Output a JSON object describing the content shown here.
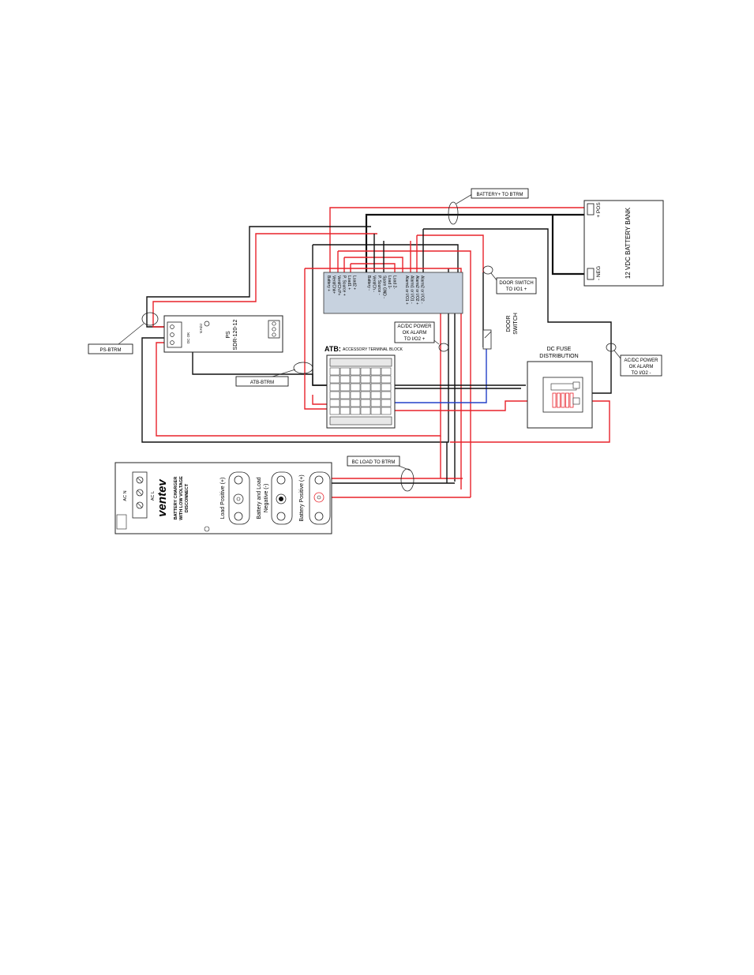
{
  "callouts": {
    "battery_to_btrm": "BATTERY+ TO BTRM",
    "door_switch_io1_l1": "DOOR SWITCH",
    "door_switch_io1_l2": "TO I/O1 +",
    "acdc_ok_io2p_l1": "AC/DC POWER",
    "acdc_ok_io2p_l2": "OK ALARM",
    "acdc_ok_io2p_l3": "TO I/O2 +",
    "acdc_ok_io2m_l1": "AC/DC POWER",
    "acdc_ok_io2m_l2": "OK ALARM",
    "acdc_ok_io2m_l3": "TO I/O2 -",
    "ps_btrm": "PS-BTRM",
    "atb_btrm": "ATB-BTRM",
    "bc_load_to_btrm": "BC LOAD TO BTRM"
  },
  "battery_bank": {
    "title": "12 VDC BATTERY BANK",
    "pos": "+ POS",
    "neg": "- NEG"
  },
  "power_supply": {
    "name": "PS",
    "model": "SDR-120-12",
    "dc_ok": "DC OK",
    "vadj": "V.ADJ"
  },
  "btrm_labels": {
    "left": [
      "Battery +",
      "Vent/Chk+",
      "Vent/Ch P+",
      "P. Source +",
      "Load1 +",
      "Load2 +"
    ],
    "middle": [
      "Battery -",
      "Vent/Ch -",
      "P. Source -",
      "Spare GND -",
      "Load 1-",
      "Load 2-"
    ],
    "right": [
      "Alarm1 or I/O1 +",
      "Alarm1 or I/O1 -",
      "Alarm2 or I/O2 +",
      "Alarm2 or I/O2 -"
    ]
  },
  "atb": {
    "prefix": "ATB:",
    "title": "ACCESSORY TERMINAL BLOCK"
  },
  "door_switch": {
    "l1": "DOOR",
    "l2": "SWITCH"
  },
  "dc_fuse": {
    "l1": "DC FUSE",
    "l2": "DISTRIBUTION"
  },
  "charger": {
    "brand": "ventev",
    "desc1": "BATTERY CHARGER",
    "desc2": "WITH LOW VOLTAGE",
    "desc3": "DISCONNECT",
    "ac_n": "AC N",
    "ac_l": "AC L",
    "load_pos": "Load Positive (+)",
    "bl_neg_1": "Battery and Load",
    "bl_neg_2": "Negative (-)",
    "batt_pos": "Battery Positive (+)"
  },
  "colors": {
    "red_wire": "#e8222a",
    "black_wire": "#111111",
    "blue_wire": "#2340c8",
    "btrm_panel": "#c7d2df"
  }
}
